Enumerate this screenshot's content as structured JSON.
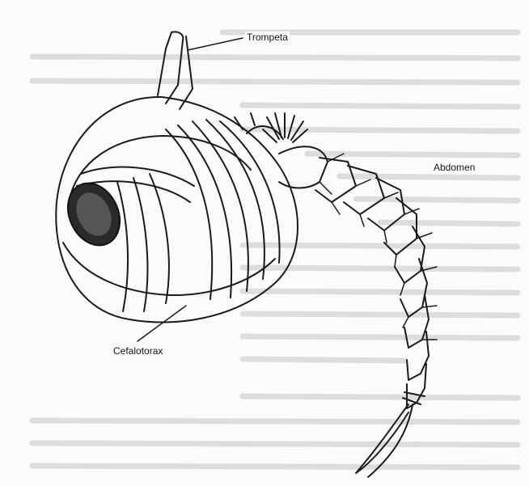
{
  "figure": {
    "subject": "pupa-drawing",
    "colors": {
      "ink": "#1a1a1a",
      "background_text": "#c9c9c7",
      "paper": "#fbfbfa"
    }
  },
  "labels": {
    "trompeta": "Trompeta",
    "abdomen": "Abdomen",
    "cefalotorax": "Cefalotorax"
  }
}
